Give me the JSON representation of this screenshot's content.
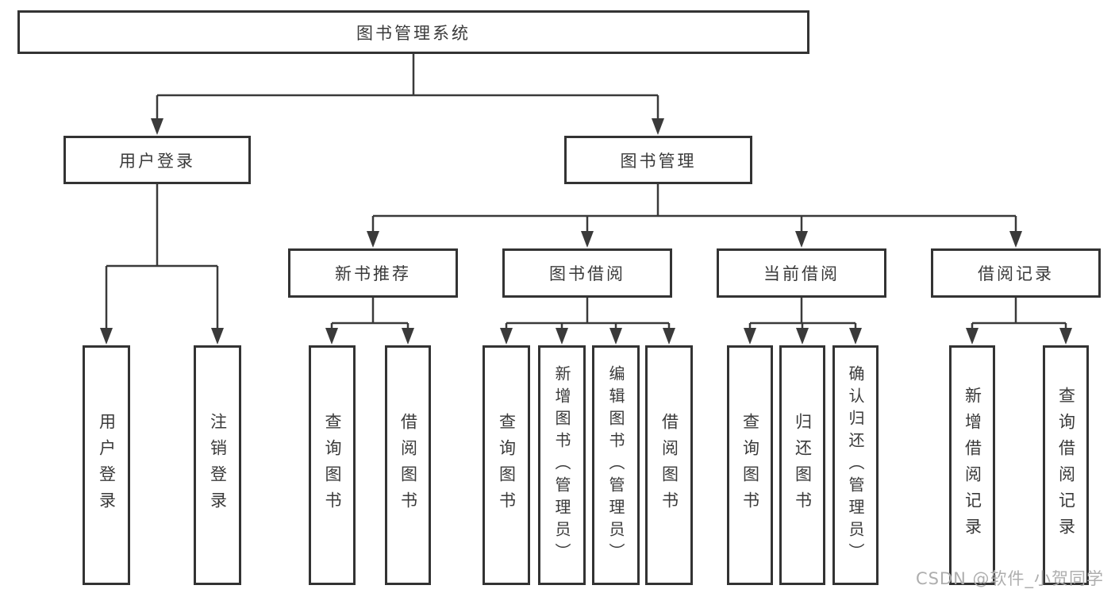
{
  "tree": {
    "label": "图书管理系统",
    "children": [
      {
        "label": "用户登录",
        "children": [
          {
            "label": "用户登录"
          },
          {
            "label": "注销登录"
          }
        ]
      },
      {
        "label": "图书管理",
        "children": [
          {
            "label": "新书推荐",
            "children": [
              {
                "label": "查询图书"
              },
              {
                "label": "借阅图书"
              }
            ]
          },
          {
            "label": "图书借阅",
            "children": [
              {
                "label": "查询图书"
              },
              {
                "label": "新增图书（管理员）"
              },
              {
                "label": "编辑图书（管理员）"
              },
              {
                "label": "借阅图书"
              }
            ]
          },
          {
            "label": "当前借阅",
            "children": [
              {
                "label": "查询图书"
              },
              {
                "label": "归还图书"
              },
              {
                "label": "确认归还（管理员）"
              }
            ]
          },
          {
            "label": "借阅记录",
            "children": [
              {
                "label": "新增借阅记录"
              },
              {
                "label": "查询借阅记录"
              }
            ]
          }
        ]
      }
    ]
  },
  "watermark": "CSDN @软件_小贺同学",
  "colors": {
    "line": "#3a3a3a",
    "border": "#333333",
    "text": "#3a3a3a",
    "watermark": "#aeaeae",
    "background": "#ffffff"
  }
}
